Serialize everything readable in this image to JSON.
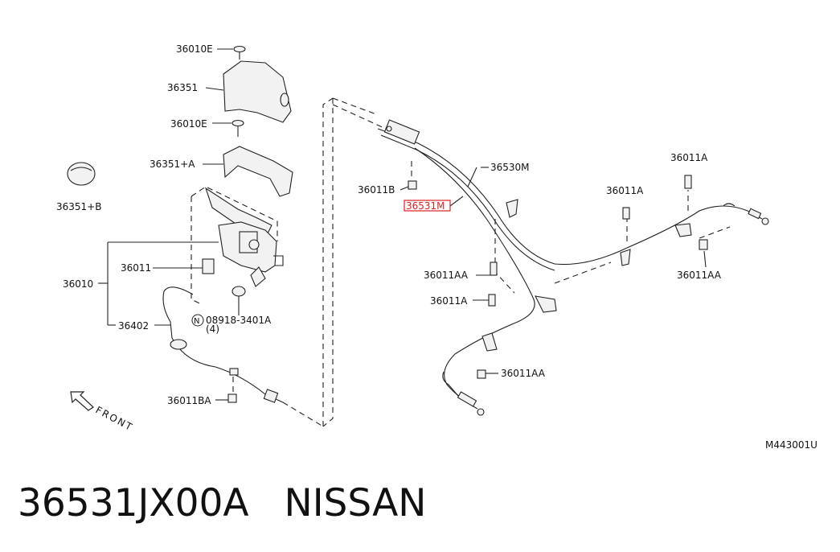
{
  "diagram": {
    "callouts": {
      "p36010E_top": "36010E",
      "p36351": "36351",
      "p36010E_mid": "36010E",
      "p36351A": "36351+A",
      "p36351B": "36351+B",
      "p36011": "36011",
      "p36010": "36010",
      "p36402": "36402",
      "p08918_line1": "08918-3401A",
      "p08918_line2": "(4)",
      "p08918_symbol": "N",
      "p36011BA": "36011BA",
      "p36011B": "36011B",
      "p36531M": "36531M",
      "p36530M": "36530M",
      "p36011A_top": "36011A",
      "p36011A_mid": "36011A",
      "p36011AA_left": "36011AA",
      "p36011AA_right": "36011AA",
      "p36011A_low": "36011A",
      "p36011AA_low": "36011AA",
      "front": "FRONT",
      "diagram_code": "M443001U"
    },
    "highlighted_part": "36531M",
    "highlight_color": "#e02020"
  },
  "footer": {
    "part_number": "36531JX00A",
    "brand": "NISSAN"
  }
}
